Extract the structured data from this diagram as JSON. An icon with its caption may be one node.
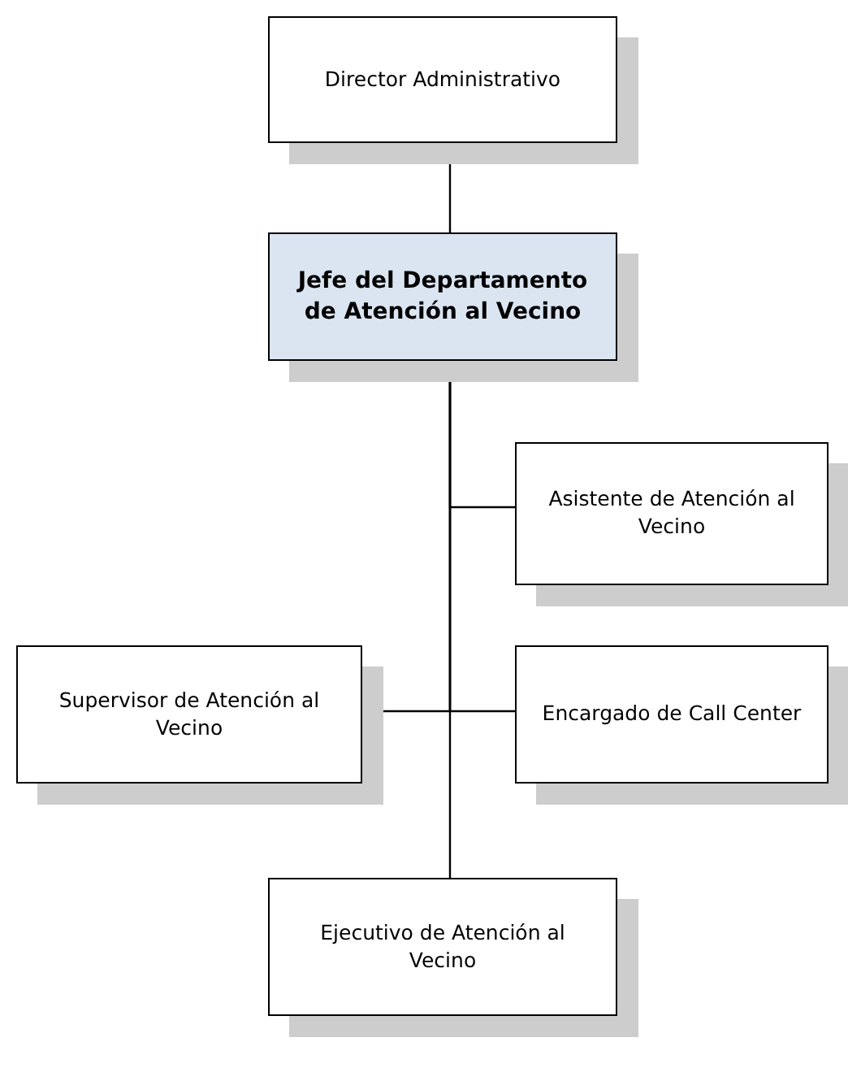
{
  "diagram": {
    "nodes": [
      {
        "text": [
          "Director Administrativo"
        ]
      },
      {
        "text": [
          "Jefe del Departamento de Atención al Vecino"
        ]
      },
      {
        "text": [
          "Asistente de Atención al Vecino"
        ]
      },
      {
        "text": [
          "Supervisor de Atención al Vecino"
        ]
      },
      {
        "text": [
          "Encargado de Call Center"
        ]
      },
      {
        "text": [
          "Ejecutivo de Atención al Vecino"
        ]
      }
    ],
    "edges": [
      {
        "from": 0,
        "to": 1,
        "arrow": "none"
      },
      {
        "from": 1,
        "to": 2,
        "arrow": "none"
      },
      {
        "from": 1,
        "to": 3,
        "arrow": "none"
      },
      {
        "from": 1,
        "to": 4,
        "arrow": "none"
      },
      {
        "from": 1,
        "to": 5,
        "arrow": "none"
      }
    ]
  }
}
